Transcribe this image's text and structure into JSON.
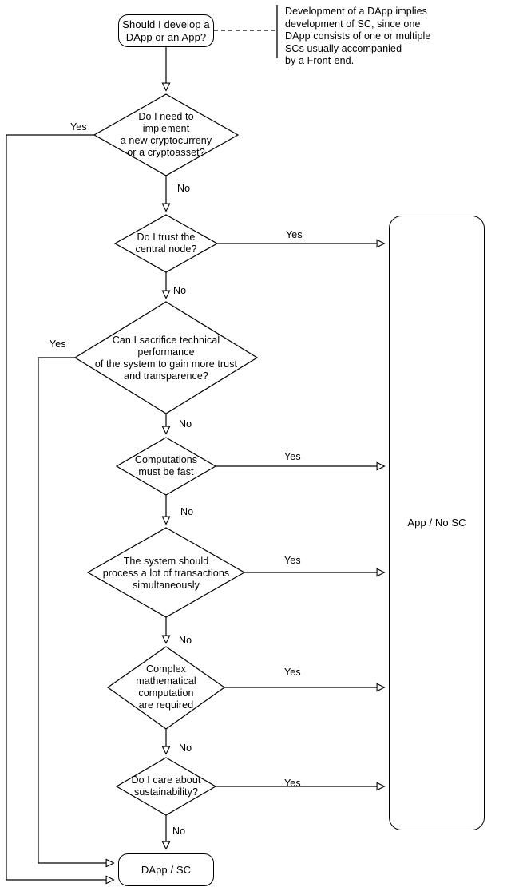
{
  "diagram": {
    "title": "DApp or App decision flowchart",
    "stroke_color": "#000000",
    "fill_color": "#ffffff"
  },
  "nodes": {
    "start": {
      "label": "Should I develop a\nDApp or an App?",
      "shape": "rounded-rectangle"
    },
    "d1": {
      "label": "Do I need to\nimplement\na new cryptocurreny\nor a cryptoasset?",
      "shape": "diamond"
    },
    "d2": {
      "label": "Do I trust the\ncentral node?",
      "shape": "diamond"
    },
    "d3": {
      "label": "Can I sacrifice technical\nperformance\nof the system to gain more trust\nand transparence?",
      "shape": "diamond"
    },
    "d4": {
      "label": "Computations\nmust be fast",
      "shape": "diamond"
    },
    "d5": {
      "label": "The system should\nprocess a lot of transactions\nsimultaneously",
      "shape": "diamond"
    },
    "d6": {
      "label": "Complex\nmathematical\ncomputation\nare required",
      "shape": "diamond"
    },
    "d7": {
      "label": "Do I care about\nsustainability?",
      "shape": "diamond"
    },
    "end_dapp": {
      "label": "DApp / SC",
      "shape": "rounded-rectangle"
    },
    "end_app": {
      "label": "App / No SC",
      "shape": "rounded-rectangle"
    }
  },
  "note": {
    "text": "Development of a DApp implies\ndevelopment of SC, since one\nDApp consists of one or multiple\nSCs usually accompanied\nby a Front-end."
  },
  "edge_labels": {
    "d1_yes": "Yes",
    "d1_no": "No",
    "d2_yes": "Yes",
    "d2_no": "No",
    "d3_yes": "Yes",
    "d3_no": "No",
    "d4_yes": "Yes",
    "d4_no": "No",
    "d5_yes": "Yes",
    "d5_no": "No",
    "d6_yes": "Yes",
    "d6_no": "No",
    "d7_yes": "Yes",
    "d7_no": "No"
  }
}
